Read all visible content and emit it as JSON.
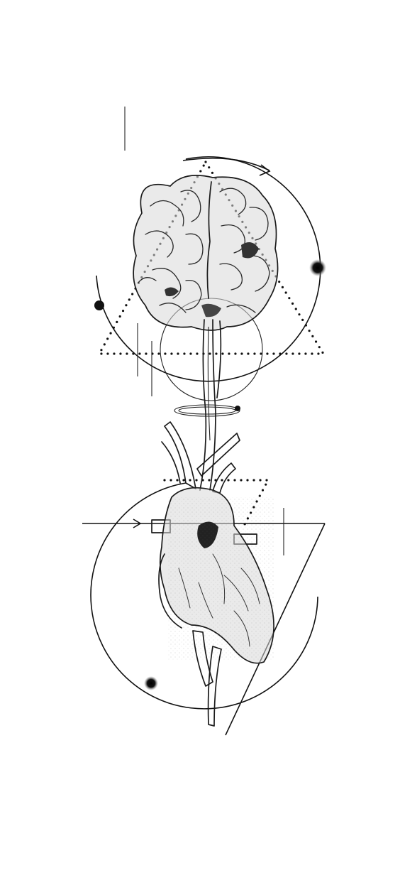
{
  "artwork": {
    "subject": "brain-connected-to-heart-tattoo-sketch",
    "ink_color": "#111111",
    "background_color": "#ffffff",
    "elements": [
      "brain",
      "spinal-stem",
      "heart",
      "aortic-arch-vessels",
      "circle-orbits",
      "dotted-triangles",
      "arrows",
      "orbit-planet-dots",
      "ring-halo"
    ]
  }
}
